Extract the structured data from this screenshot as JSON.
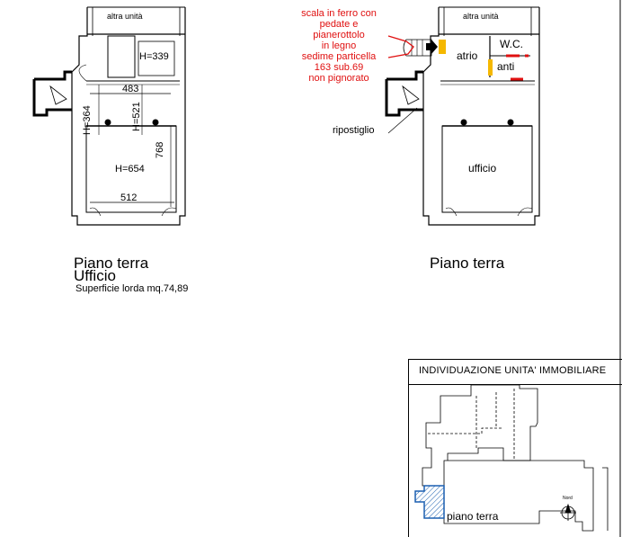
{
  "left_plan": {
    "neighbor_label": "altra unità",
    "dimensions": {
      "h339": "H=339",
      "w483": "483",
      "h364": "H=364",
      "h521": "H=521",
      "d768": "768",
      "h654": "H=654",
      "w512": "512"
    },
    "caption_line1": "Piano terra",
    "caption_line2": "Ufficio",
    "area_text": "Superficie lorda mq.74,89"
  },
  "right_plan": {
    "neighbor_label": "altra unità",
    "rooms": {
      "wc": "W.C.",
      "atrio": "atrio",
      "anti": "anti",
      "ufficio": "ufficio"
    },
    "ripostiglio_label": "ripostiglio",
    "red_note_lines": [
      "scala in ferro con",
      "pedate e",
      "pianerottolo",
      "in legno",
      "sedime particella",
      "163 sub.69",
      "non pignorato"
    ],
    "caption": "Piano terra"
  },
  "legend": {
    "title": "INDIVIDUAZIONE UNITA' IMMOBILIARE",
    "floor_label": "piano terra",
    "north_label": "Nord",
    "highlight_color": "#3a7fd0"
  }
}
